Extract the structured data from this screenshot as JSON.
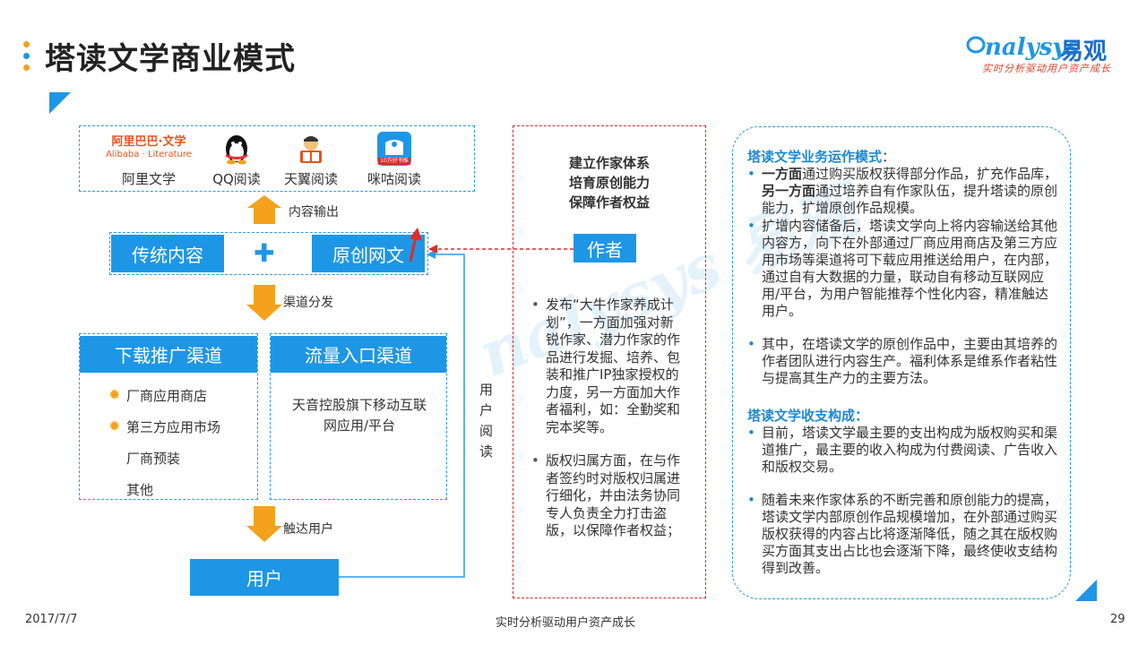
{
  "header": {
    "title": "塔读文学商业模式",
    "logo_text": "nalysys",
    "logo_cn": "易观",
    "logo_tagline": "实时分析驱动用户资产成长",
    "accent": "#1e96e6",
    "dot_colors": [
      "#f4a11c",
      "#1e96e6",
      "#f4a11c"
    ]
  },
  "platforms": {
    "items": [
      {
        "name": "阿里文学",
        "logo_cn": "阿里巴巴·文学",
        "logo_en": "Alibaba · Literature"
      },
      {
        "name": "QQ阅读",
        "icon": "penguin-icon"
      },
      {
        "name": "天翼阅读",
        "icon": "reader-icon"
      },
      {
        "name": "咪咕阅读",
        "icon": "migu-icon",
        "badge": "10万好书推"
      }
    ]
  },
  "flow": {
    "content_output": "内容输出",
    "traditional": "传统内容",
    "plus": "✚",
    "original": "原创网文",
    "channel_distribution": "渠道分发",
    "download_channel": "下载推广渠道",
    "traffic_channel": "流量入口渠道",
    "download_items": [
      "厂商应用商店",
      "第三方应用市场",
      "厂商预装",
      "其他"
    ],
    "traffic_text": "天音控股旗下移动互联网应用/平台",
    "reach_users": "触达用户",
    "user": "用户",
    "user_reading": "用户阅读"
  },
  "author": {
    "heading_lines": [
      "建立作家体系",
      "培育原创能力",
      "保障作者权益"
    ],
    "tag": "作者",
    "bullets": [
      "发布“大牛作家养成计划”，一方面加强对新锐作家、潜力作家的作品进行发掘、培养、包装和推广IP独家授权的力度，另一方面加大作者福利，如：全勤奖和完本奖等。",
      "版权归属方面，在与作者签约时对版权归属进行细化，并由法务协同专人负责全力打击盗版，以保障作者权益；"
    ]
  },
  "right_panel": {
    "heading1": "塔读文学业务运作模式",
    "heading1_suffix": "：",
    "b1_part1": "一方面",
    "b1_part2": "通过购买版权获得部分作品，扩充作品库，",
    "b1_part3": "另一方面",
    "b1_part4": "通过培养自有作家队伍，提升塔读的原创能力，扩增原创作品规模。",
    "b2": "扩增内容储备后，塔读文学向上将内容输送给其他内容方，向下在外部通过厂商应用商店及第三方应用市场等渠道将可下载应用推送给用户，在内部，通过自有大数据的力量，联动自有移动互联网应用/平台，为用户智能推荐个性化内容，精准触达用户。",
    "b3": "其中，在塔读文学的原创作品中，主要由其培养的作者团队进行内容生产。福利体系是维系作者粘性与提高其生产力的主要方法。",
    "heading2": "塔读文学收支构成",
    "heading2_suffix": "：",
    "b4": "目前，塔读文学最主要的支出构成为版权购买和渠道推广，最主要的收入构成为付费阅读、广告收入和版权交易。",
    "b5": "随着未来作家体系的不断完善和原创能力的提高，塔读文学内部原创作品规模增加，在外部通过购买版权获得的内容占比将逐渐降低，随之其在版权购买方面其支出占比也会逐渐下降，最终使收支结构得到改善。"
  },
  "footer": {
    "date": "2017/7/7",
    "center": "实时分析驱动用户资产成长",
    "page": "29"
  }
}
